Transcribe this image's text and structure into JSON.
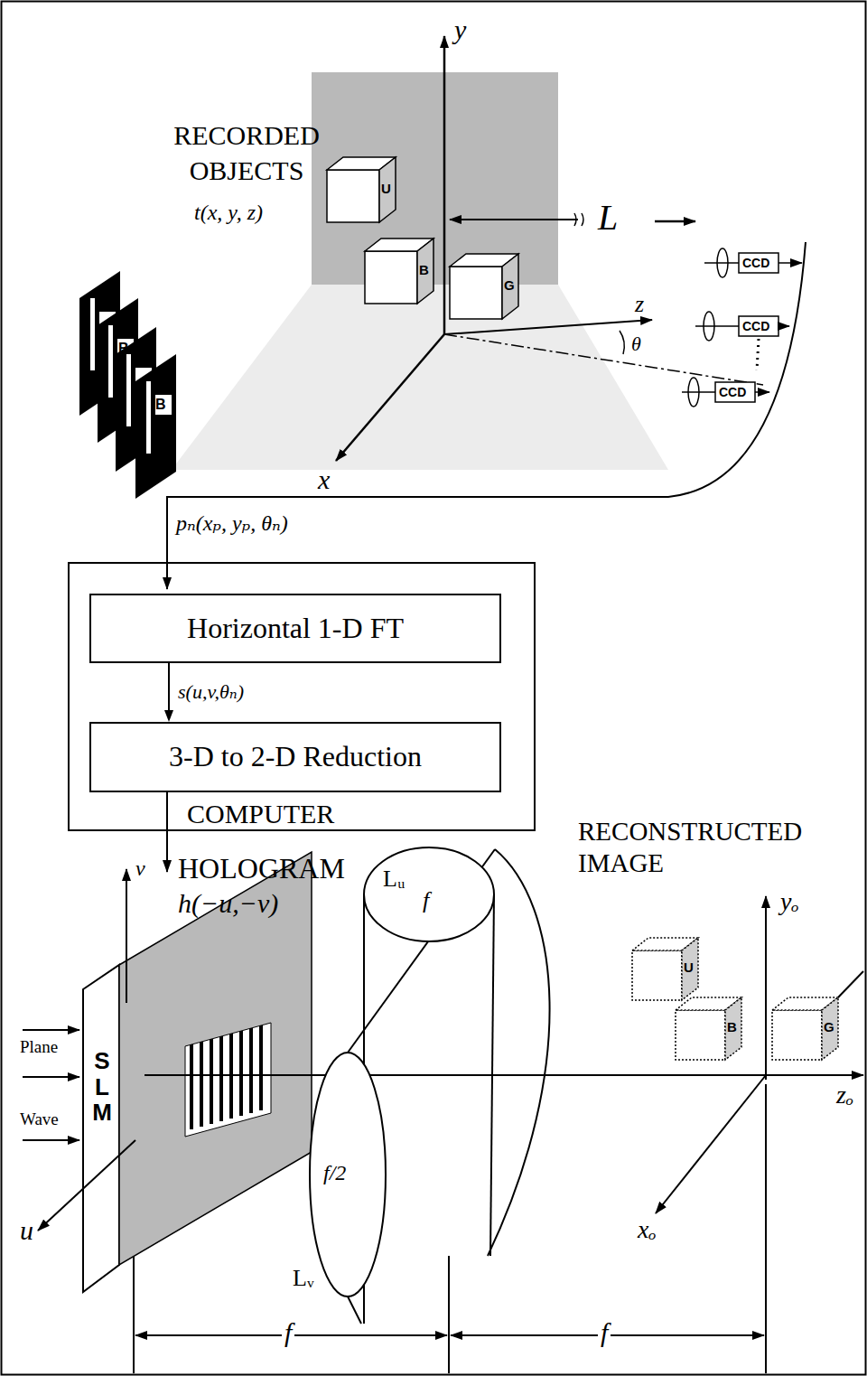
{
  "diagram": {
    "nodes": [
      {
        "text": [
          "COMPUTER"
        ]
      },
      {
        "text": [
          "Horizontal 1-D FT"
        ],
        "in": 0
      },
      {
        "text": [
          "3-D to 2-D Reduction"
        ],
        "in": 0
      }
    ],
    "edges": [
      {
        "from": 1,
        "to": 2,
        "arrow": "to",
        "label": "s(u,v,θₙ)"
      }
    ],
    "labels": [
      "RECORDED OBJECTS",
      "t(x, y, z)",
      "y",
      "x",
      "z",
      "L",
      "θ",
      "U",
      "B",
      "G",
      "CCD",
      "CCD",
      "CCD",
      "B",
      "B",
      "pₙ(xₚ, yₚ, θₙ)",
      "HOLOGRAM",
      "h(−u,−v)",
      "v",
      "u",
      "Plane",
      "Wave",
      "SLM",
      "Lᵤ",
      "f",
      "f/2",
      "Lᵥ",
      "RECONSTRUCTED IMAGE",
      "yₒ",
      "xₒ",
      "zₒ",
      "U",
      "B",
      "G",
      "f",
      "f"
    ]
  }
}
